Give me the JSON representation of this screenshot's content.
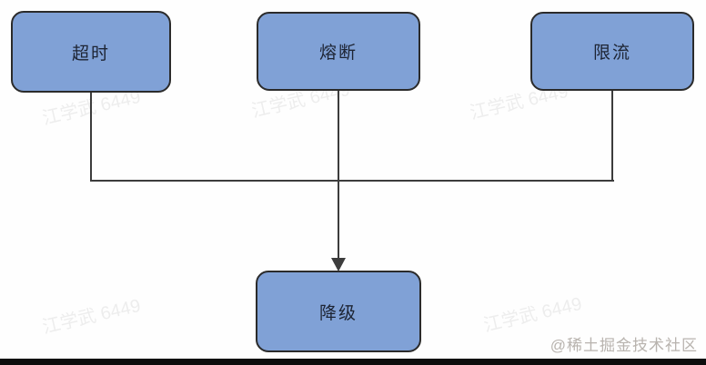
{
  "diagram": {
    "nodes": [
      {
        "id": "timeout",
        "label": "超时"
      },
      {
        "id": "circuit-break",
        "label": "熔断"
      },
      {
        "id": "rate-limit",
        "label": "限流"
      },
      {
        "id": "degrade",
        "label": "降级"
      }
    ],
    "edges": [
      {
        "from": "timeout",
        "to": "degrade"
      },
      {
        "from": "circuit-break",
        "to": "degrade"
      },
      {
        "from": "rate-limit",
        "to": "degrade"
      }
    ]
  },
  "watermark_user": {
    "text": "江学武 6449"
  },
  "credit": {
    "text": "@稀土掘金技术社区"
  },
  "colors": {
    "node_fill": "#80a1d6",
    "node_border": "#2b2b2b",
    "line": "#3c3c3c",
    "node_text": "#1d2433",
    "background": "#fefefe",
    "bottom_bar": "#0d0d0d",
    "credit_text": "#b8b3ae",
    "watermark_text": "#9a9a9a"
  }
}
